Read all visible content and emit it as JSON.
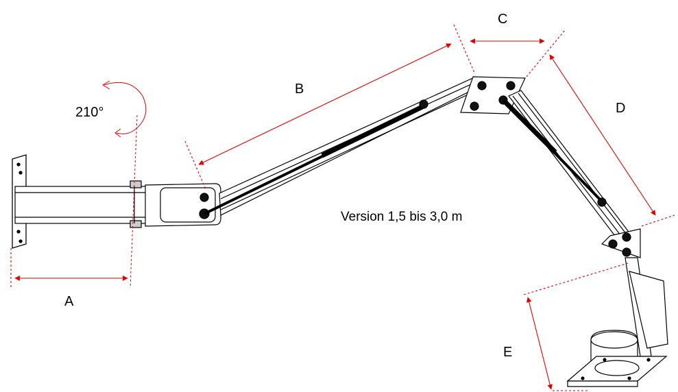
{
  "labels": {
    "a": "A",
    "b": "B",
    "c": "C",
    "d": "D",
    "e": "E",
    "rotation": "210°",
    "version": "Version 1,5 bis 3,0 m"
  },
  "colors": {
    "dimension": "#e00000",
    "structure": "#000000"
  }
}
